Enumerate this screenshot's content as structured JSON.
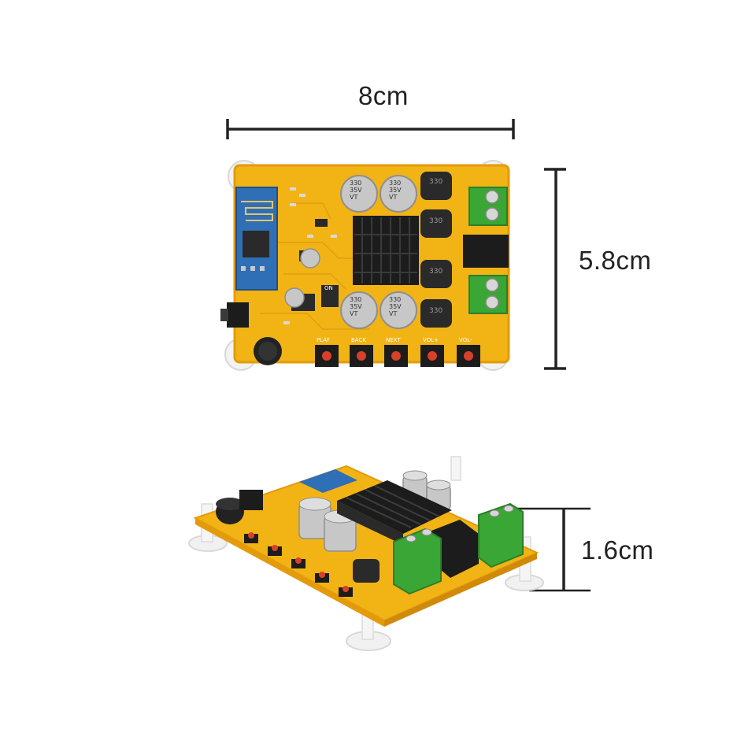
{
  "dimensions": {
    "width": "8cm",
    "height": "5.8cm",
    "thickness": "1.6cm"
  },
  "top_view": {
    "buttons": [
      {
        "label": "PLAY"
      },
      {
        "label": "BACK"
      },
      {
        "label": "NEXT"
      },
      {
        "label": "VOL+"
      },
      {
        "label": "VOL-"
      }
    ],
    "capacitors": [
      {
        "text": "330\n35V\nVT"
      },
      {
        "text": "330\n35V\nVT"
      },
      {
        "text": "330\n35V\nVT"
      },
      {
        "text": "330\n35V\nVT"
      }
    ],
    "inductor_marking": "330",
    "switch_label": "ON"
  },
  "colors": {
    "pcb": "#f2b315",
    "pcb_edge": "#e39b0c",
    "terminal_green": "#3aa635",
    "button_red": "#d8402a",
    "bluetooth_blue": "#2f6fb5",
    "heatsink": "#1c1c1c",
    "dimension_line": "#222222"
  }
}
